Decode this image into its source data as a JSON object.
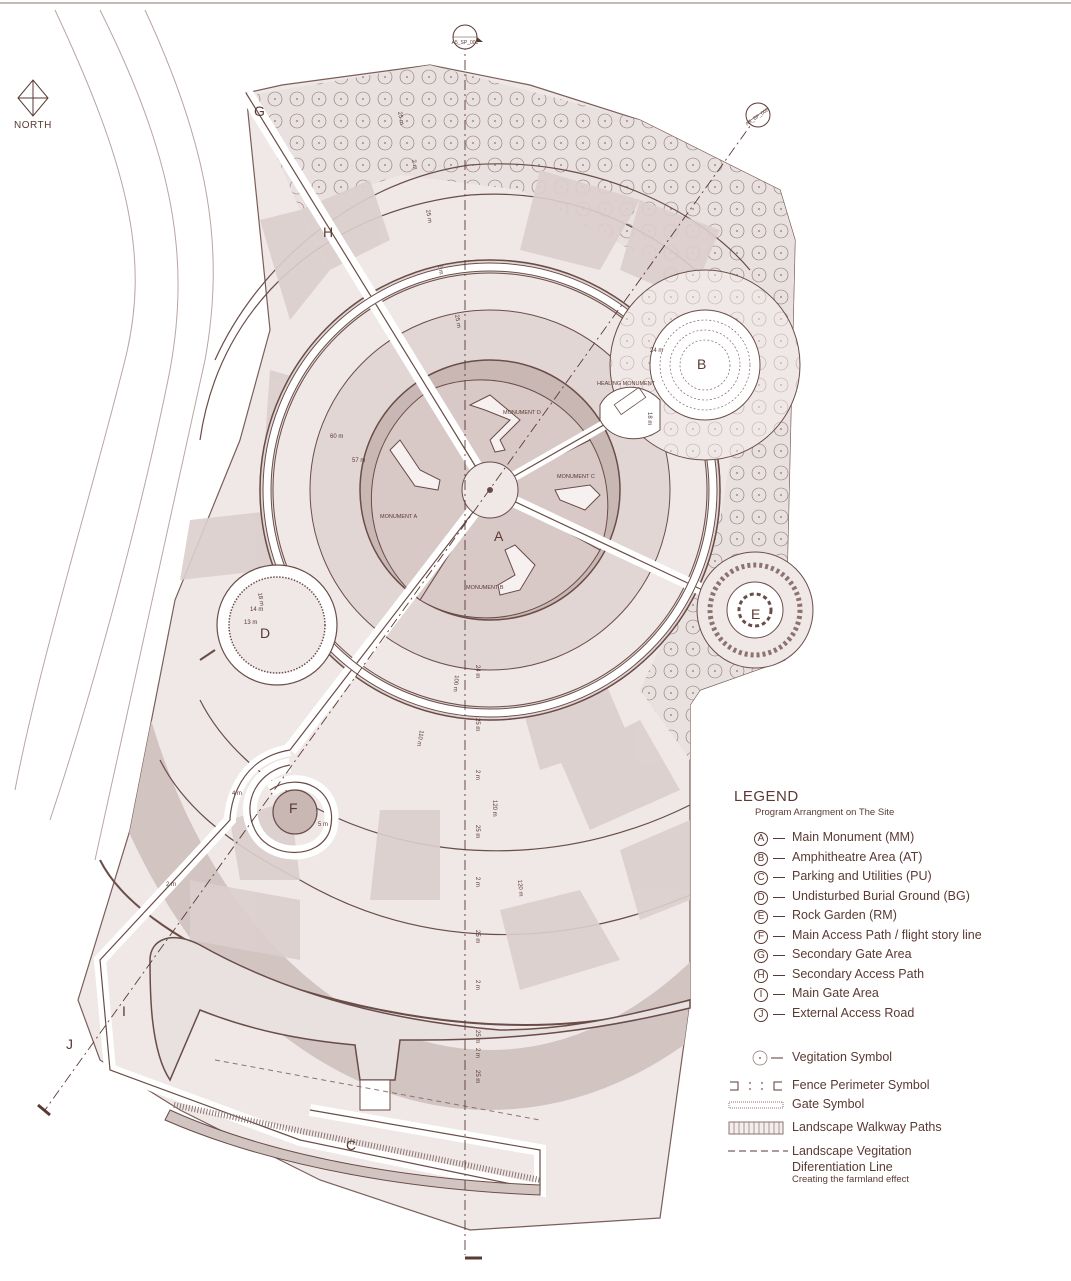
{
  "north_label": "NORTH",
  "section_marks": {
    "top": "A5_SP_001",
    "diag": "A5_SP_002"
  },
  "zone_letters": [
    "A",
    "B",
    "C",
    "D",
    "E",
    "F",
    "G",
    "H",
    "I",
    "J"
  ],
  "monuments": [
    "MONUMENT A",
    "MONUMENT B",
    "MONUMENT C",
    "MONUMENT D"
  ],
  "healing_label": "HEALING MONUMENT",
  "dimensions": [
    "25 m",
    "2 m",
    "25 m",
    "2 m",
    "25 m",
    "60 m",
    "57 m",
    "24 m",
    "18 m",
    "18 m",
    "14 m",
    "13 m",
    "24 m",
    "25 m",
    "2 m",
    "25 m",
    "2 m",
    "25 m",
    "2 m",
    "25 m",
    "2 m",
    "25 m",
    "120 m",
    "100 m",
    "110 m",
    "120 m",
    "4 m",
    "5 m",
    "2 m"
  ],
  "legend": {
    "title": "LEGEND",
    "subtitle": "Program Arrangment on The Site",
    "items": [
      {
        "key": "A",
        "label": "Main Monument (MM)"
      },
      {
        "key": "B",
        "label": "Amphitheatre Area (AT)"
      },
      {
        "key": "C",
        "label": "Parking and Utilities (PU)"
      },
      {
        "key": "D",
        "label": "Undisturbed Burial Ground (BG)"
      },
      {
        "key": "E",
        "label": "Rock Garden (RM)"
      },
      {
        "key": "F",
        "label": "Main Access Path / flight story line"
      },
      {
        "key": "G",
        "label": "Secondary Gate Area"
      },
      {
        "key": "H",
        "label": "Secondary Access Path"
      },
      {
        "key": "I",
        "label": "Main Gate Area"
      },
      {
        "key": "J",
        "label": "External Access Road"
      }
    ],
    "symbols": {
      "vegetation": "Vegitation Symbol",
      "fence": "Fence Perimeter Symbol",
      "gate": "Gate Symbol",
      "walkway": "Landscape Walkway Paths",
      "diff_line_1": "Landscape Vegitation",
      "diff_line_2": "Diferentiation Line",
      "diff_note": "Creating the farmland effect"
    }
  },
  "colors": {
    "ink": "#5a3a33",
    "fill_dark": "#c9b7b4",
    "fill_mid": "#dccfcd",
    "fill_light": "#efe8e7"
  }
}
